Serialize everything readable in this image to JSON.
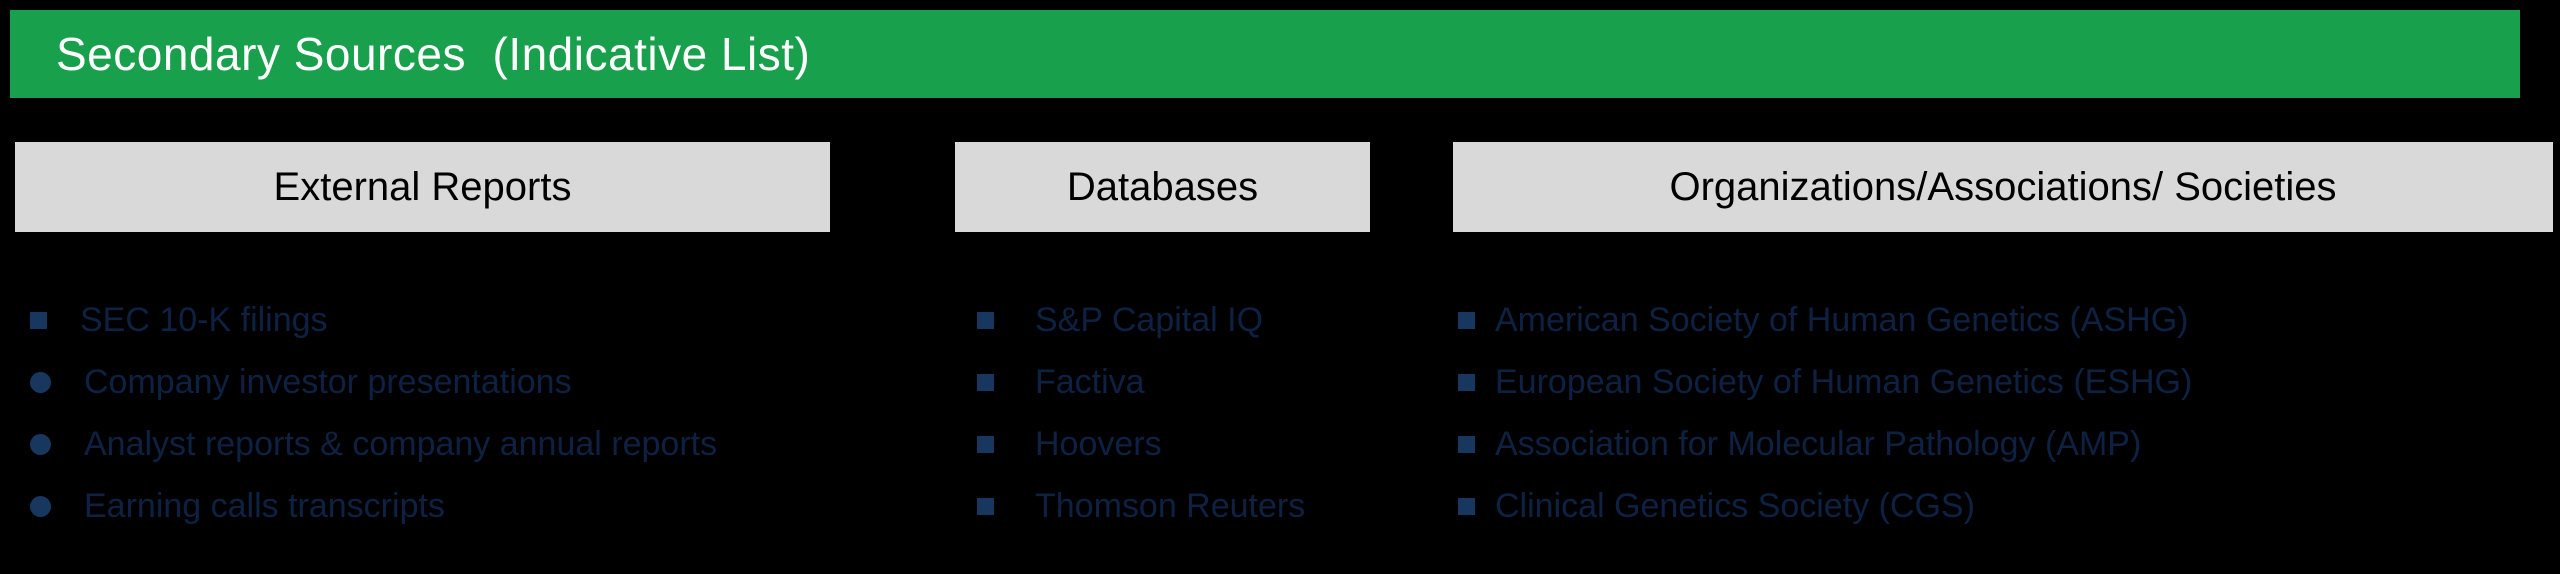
{
  "colors": {
    "header_green": "#18A04C",
    "column_header_gray": "#D9D9D9",
    "bullet_navy": "#17375E",
    "body_text_navy": "#0D2142",
    "background": "#000000",
    "title_text": "#FFFFFF",
    "column_header_text": "#000000"
  },
  "title_bar": {
    "label": "Secondary Sources  (Indicative List)"
  },
  "columns": [
    {
      "header": "External Reports",
      "items": [
        "SEC 10-K filings",
        "Company investor presentations",
        "Analyst reports & company annual reports",
        "Earning calls transcripts"
      ]
    },
    {
      "header": "Databases",
      "items": [
        "S&P Capital IQ",
        "Factiva",
        "Hoovers",
        "Thomson Reuters"
      ]
    },
    {
      "header": "Organizations/Associations/ Societies",
      "items": [
        "American Society of Human Genetics (ASHG)",
        "European Society of Human Genetics (ESHG)",
        "Association for Molecular Pathology (AMP)",
        "Clinical Genetics Society (CGS)"
      ]
    }
  ]
}
